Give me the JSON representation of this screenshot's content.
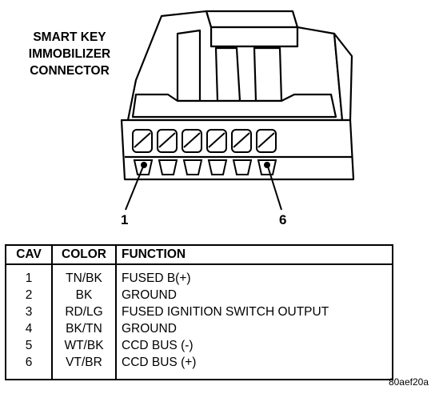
{
  "title_lines": [
    "SMART KEY",
    "IMMOBILIZER",
    "CONNECTOR"
  ],
  "pin_labels": {
    "first": "1",
    "last": "6"
  },
  "table": {
    "headers": {
      "cav": "CAV",
      "color": "COLOR",
      "function": "FUNCTION"
    },
    "rows": [
      {
        "cav": "1",
        "color": "TN/BK",
        "function": "FUSED B(+)"
      },
      {
        "cav": "2",
        "color": "BK",
        "function": "GROUND"
      },
      {
        "cav": "3",
        "color": "RD/LG",
        "function": "FUSED IGNITION SWITCH OUTPUT"
      },
      {
        "cav": "4",
        "color": "BK/TN",
        "function": "GROUND"
      },
      {
        "cav": "5",
        "color": "WT/BK",
        "function": "CCD BUS (-)"
      },
      {
        "cav": "6",
        "color": "VT/BR",
        "function": "CCD BUS (+)"
      }
    ]
  },
  "reference_code": "80aef20a"
}
